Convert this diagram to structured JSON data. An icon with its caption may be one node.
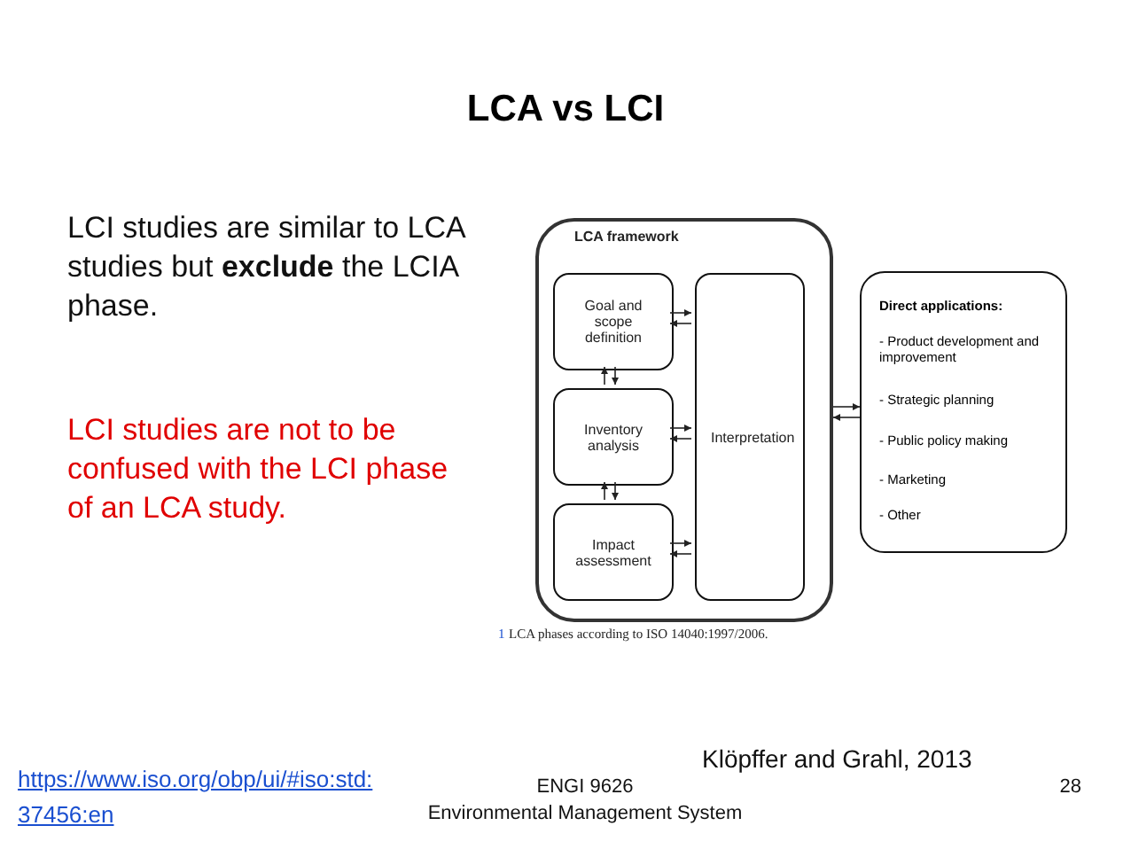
{
  "diagram": {
    "title": "LCA vs LCI",
    "caption": "LCA phases according to ISO 14040:1997/2006.",
    "nodes": [
      {
        "text": [
          "LCA framework"
        ]
      },
      {
        "text": [
          "Goal and scope definition"
        ],
        "in": 0
      },
      {
        "text": [
          "Inventory analysis"
        ],
        "in": 0
      },
      {
        "text": [
          "Impact assessment"
        ],
        "in": 0
      },
      {
        "text": [
          "Interpretation"
        ],
        "in": 0
      },
      {
        "text": [
          "Direct applications:",
          "- Product development and improvement",
          "- Strategic planning",
          "- Public policy making",
          "- Marketing",
          "- Other"
        ]
      }
    ],
    "edges": [
      {
        "from": 1,
        "to": 4,
        "arrow": "to"
      },
      {
        "from": 4,
        "to": 1,
        "arrow": "to"
      },
      {
        "from": 1,
        "to": 2,
        "arrow": "to"
      },
      {
        "from": 2,
        "to": 1,
        "arrow": "to"
      },
      {
        "from": 2,
        "to": 4,
        "arrow": "to"
      },
      {
        "from": 4,
        "to": 2,
        "arrow": "to"
      },
      {
        "from": 2,
        "to": 3,
        "arrow": "to"
      },
      {
        "from": 3,
        "to": 2,
        "arrow": "to"
      },
      {
        "from": 3,
        "to": 4,
        "arrow": "to"
      },
      {
        "from": 4,
        "to": 3,
        "arrow": "to"
      },
      {
        "from": 0,
        "to": 5,
        "arrow": "to"
      },
      {
        "from": 5,
        "to": 0,
        "arrow": "to"
      }
    ],
    "labels": [
      "LCI studies are similar to LCA studies but **exclude** the LCIA phase.",
      "LCI studies are not to be confused with the LCI phase of an LCA study.",
      "1",
      "Klöpffer and Grahl, 2013",
      "https://www.iso.org/obp/ui/#iso:std:37456:en",
      "ENGI 9626",
      "Environmental Management System",
      "28"
    ]
  }
}
